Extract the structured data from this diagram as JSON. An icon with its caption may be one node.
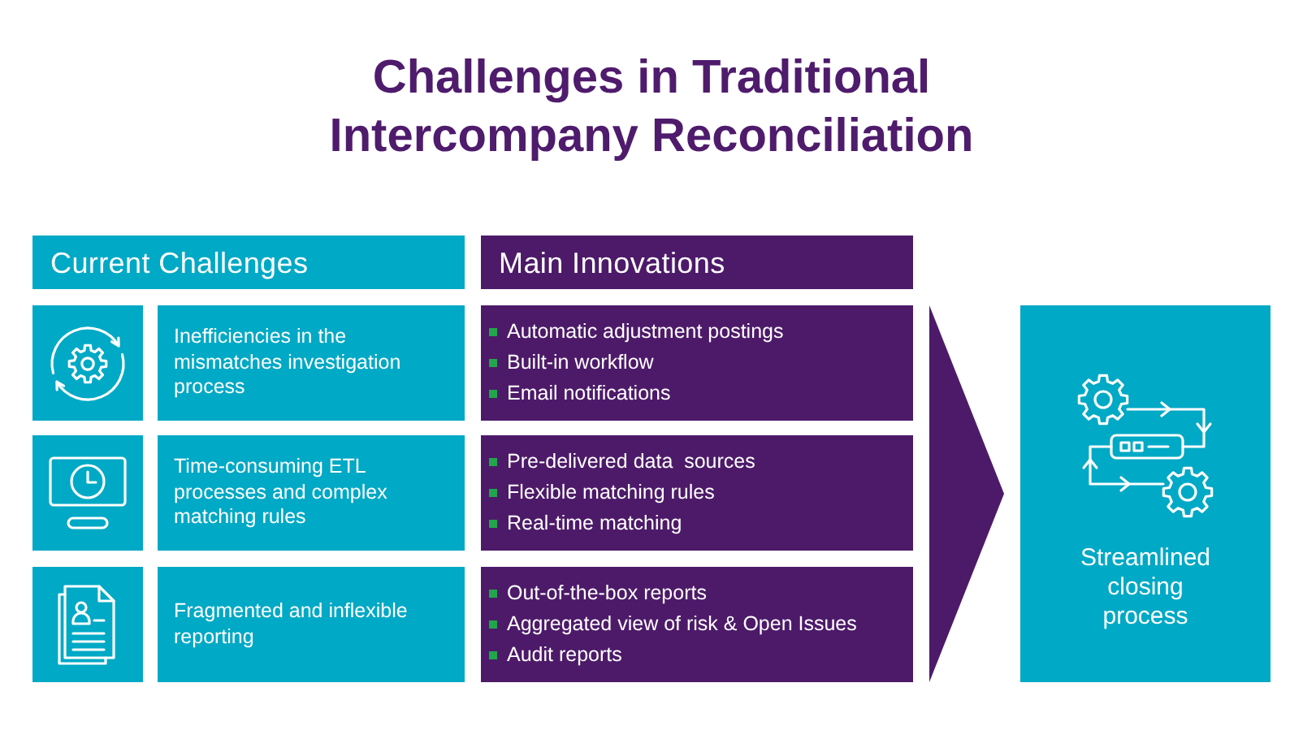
{
  "diagram": {
    "title": "Challenges in Traditional Intercompany Reconciliation",
    "nodes": [
      {
        "text": [
          "Current Challenges"
        ]
      },
      {
        "text": [],
        "shape": "box"
      },
      {
        "text": [
          "Inefficiencies in the mismatches investigation process"
        ]
      },
      {
        "text": [],
        "shape": "box"
      },
      {
        "text": [
          "Time-consuming ETL processes and complex matching rules"
        ]
      },
      {
        "text": [],
        "shape": "box"
      },
      {
        "text": [
          "Fragmented and inflexible reporting"
        ]
      },
      {
        "text": [
          "Main Innovations"
        ]
      },
      {
        "text": [
          "Automatic adjustment postings",
          "Built-in workflow",
          "Email notifications"
        ]
      },
      {
        "text": [
          "Pre-delivered data  sources",
          "Flexible matching rules",
          "Real-time matching"
        ]
      },
      {
        "text": [
          "Out-of-the-box reports",
          "Aggregated view of risk & Open Issues",
          "Audit reports"
        ]
      },
      {
        "text": [
          "Streamlined closing process"
        ]
      }
    ],
    "edges": [
      {
        "from": 9,
        "to": 11,
        "arrow": "to"
      }
    ]
  }
}
